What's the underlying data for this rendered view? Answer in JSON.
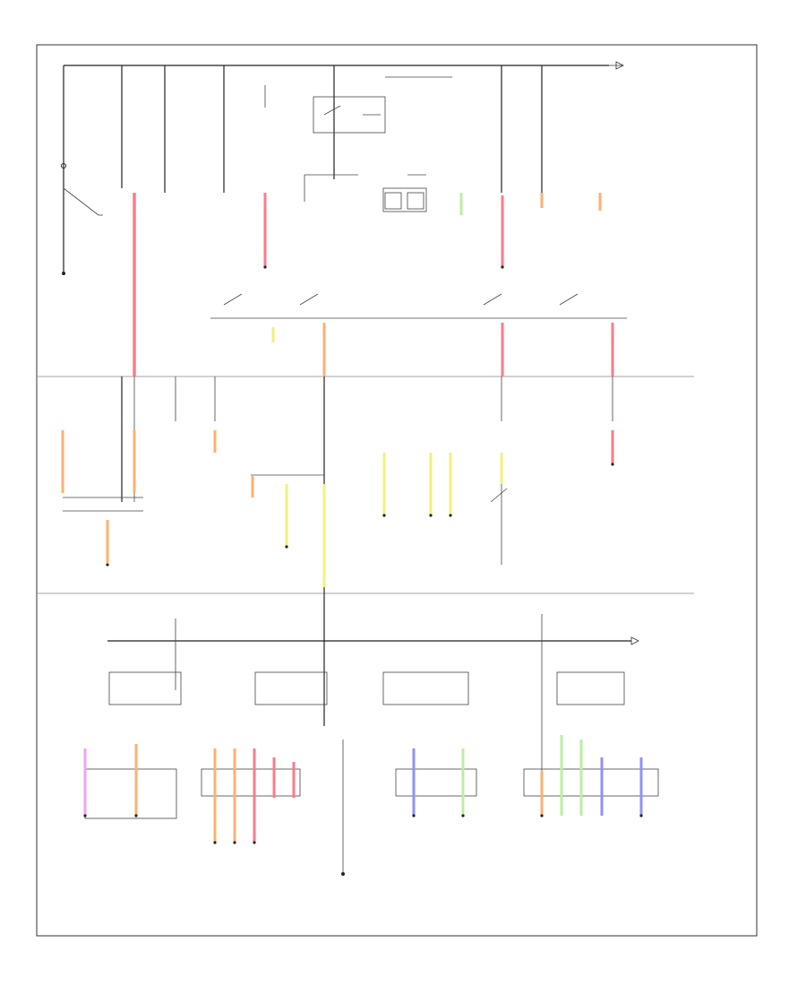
{
  "diagram": {
    "colors": {
      "red": "#ff7a8a",
      "orange": "#ffb070",
      "yellow": "#f3f07a",
      "green": "#b9f0a0",
      "blue": "#9090ff",
      "pink": "#f2a0f2",
      "line": "#222222"
    },
    "sections": [
      "power-distribution-top",
      "power-distribution-middle",
      "power-distribution-bottom"
    ],
    "wires": [
      {
        "id": "w1",
        "color": "red",
        "section": "top"
      },
      {
        "id": "w2",
        "color": "red",
        "section": "top"
      },
      {
        "id": "w3",
        "color": "red",
        "section": "top"
      },
      {
        "id": "w4",
        "color": "green",
        "section": "top"
      },
      {
        "id": "w5",
        "color": "orange",
        "section": "top"
      },
      {
        "id": "w6",
        "color": "orange",
        "section": "top"
      },
      {
        "id": "w7",
        "color": "yellow",
        "section": "mid"
      },
      {
        "id": "w8",
        "color": "orange",
        "section": "mid"
      },
      {
        "id": "w9",
        "color": "red",
        "section": "mid"
      },
      {
        "id": "w10",
        "color": "red",
        "section": "mid"
      },
      {
        "id": "w11",
        "color": "orange",
        "section": "mid"
      },
      {
        "id": "w12",
        "color": "orange",
        "section": "mid"
      },
      {
        "id": "w13",
        "color": "orange",
        "section": "mid"
      },
      {
        "id": "w14",
        "color": "yellow",
        "section": "mid"
      },
      {
        "id": "w15",
        "color": "yellow",
        "section": "mid"
      },
      {
        "id": "w16",
        "color": "yellow",
        "section": "mid"
      },
      {
        "id": "w17",
        "color": "yellow",
        "section": "mid"
      },
      {
        "id": "w18",
        "color": "red",
        "section": "mid"
      },
      {
        "id": "w19",
        "color": "pink",
        "section": "bottom"
      },
      {
        "id": "w20",
        "color": "orange",
        "section": "bottom"
      },
      {
        "id": "w21",
        "color": "orange",
        "section": "bottom"
      },
      {
        "id": "w22",
        "color": "red",
        "section": "bottom"
      },
      {
        "id": "w23",
        "color": "blue",
        "section": "bottom"
      },
      {
        "id": "w24",
        "color": "green",
        "section": "bottom"
      },
      {
        "id": "w25",
        "color": "green",
        "section": "bottom"
      },
      {
        "id": "w26",
        "color": "blue",
        "section": "bottom"
      }
    ]
  }
}
